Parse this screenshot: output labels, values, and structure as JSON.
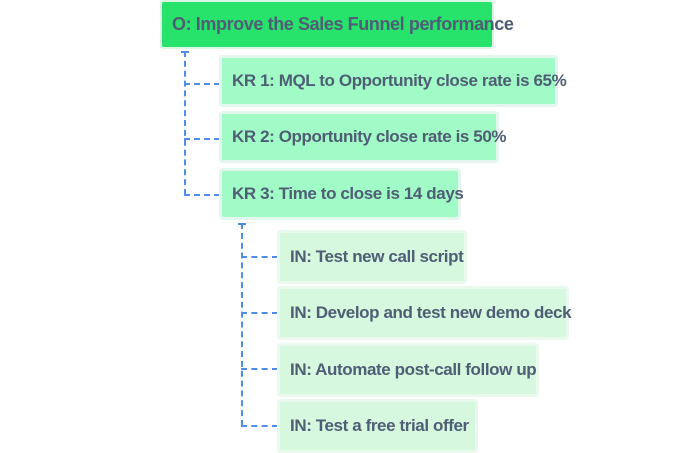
{
  "objective": {
    "label": "O: Improve the Sales Funnel performance"
  },
  "key_results": [
    {
      "label": "KR 1: MQL to Opportunity close rate is 65%"
    },
    {
      "label": "KR 2: Opportunity close rate is 50%"
    },
    {
      "label": "KR 3: Time to close is 14 days"
    }
  ],
  "initiatives": [
    {
      "label": "IN: Test new call script"
    },
    {
      "label": "IN: Develop and test new demo deck"
    },
    {
      "label": "IN: Automate post-call follow up"
    },
    {
      "label": "IN: Test a free trial offer"
    }
  ],
  "colors": {
    "objective": "#27e36c",
    "key_result": "#a0fbc6",
    "initiative": "#d6f8de",
    "connector": "#4f8ee8",
    "text": "#4f5d75"
  }
}
